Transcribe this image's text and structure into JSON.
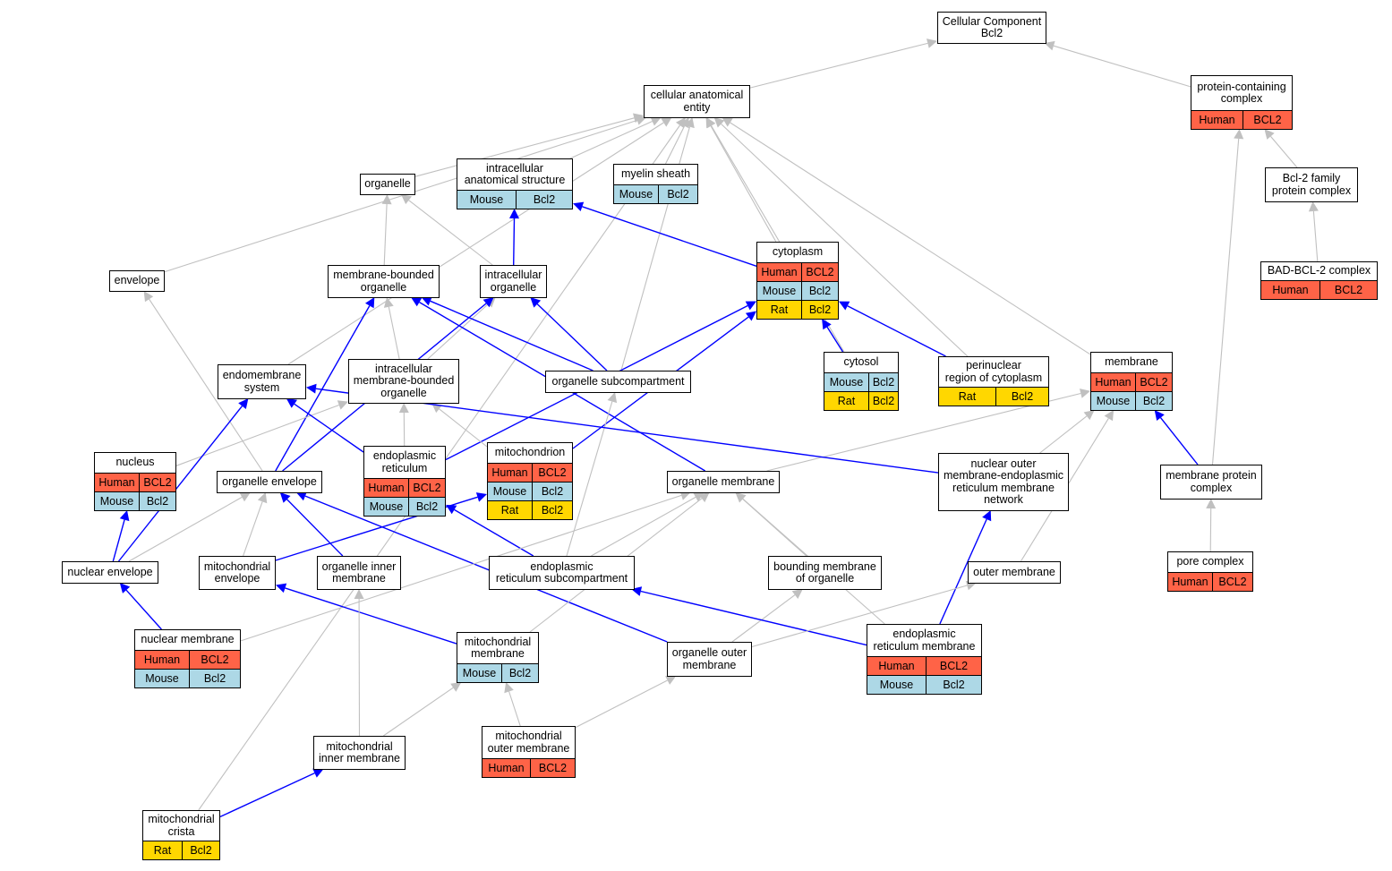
{
  "colors": {
    "grey_edge": "#c0c0c0",
    "blue_edge": "#0000ff",
    "human": "#ff6347",
    "mouse": "#add8e6",
    "rat": "#ffd700"
  },
  "nodes": {
    "cc_root": {
      "label": "Cellular Component\nBcl2",
      "rows": []
    },
    "cae": {
      "label": "cellular anatomical\nentity",
      "rows": []
    },
    "pcc": {
      "label": "protein-containing\ncomplex",
      "rows": [
        [
          "Human",
          "BCL2"
        ]
      ]
    },
    "organelle": {
      "label": "organelle",
      "rows": []
    },
    "ias": {
      "label": "intracellular\nanatomical structure",
      "rows": [
        [
          "Mouse",
          "Bcl2"
        ]
      ]
    },
    "myelin": {
      "label": "myelin sheath",
      "rows": [
        [
          "Mouse",
          "Bcl2"
        ]
      ]
    },
    "bcl2fam": {
      "label": "Bcl-2 family\nprotein complex",
      "rows": []
    },
    "envelope": {
      "label": "envelope",
      "rows": []
    },
    "mbo": {
      "label": "membrane-bounded\norganelle",
      "rows": []
    },
    "io": {
      "label": "intracellular\norganelle",
      "rows": []
    },
    "cytoplasm": {
      "label": "cytoplasm",
      "rows": [
        [
          "Human",
          "BCL2"
        ],
        [
          "Mouse",
          "Bcl2"
        ],
        [
          "Rat",
          "Bcl2"
        ]
      ]
    },
    "badbcl2": {
      "label": "BAD-BCL-2 complex",
      "rows": [
        [
          "Human",
          "BCL2"
        ]
      ]
    },
    "cytosol": {
      "label": "cytosol",
      "rows": [
        [
          "Mouse",
          "Bcl2"
        ],
        [
          "Rat",
          "Bcl2"
        ]
      ]
    },
    "perinuclear": {
      "label": "perinuclear\nregion of cytoplasm",
      "rows": [
        [
          "Rat",
          "Bcl2"
        ]
      ]
    },
    "membrane": {
      "label": "membrane",
      "rows": [
        [
          "Human",
          "BCL2"
        ],
        [
          "Mouse",
          "Bcl2"
        ]
      ]
    },
    "endomem": {
      "label": "endomembrane\nsystem",
      "rows": []
    },
    "imbo": {
      "label": "intracellular\nmembrane-bounded\norganelle",
      "rows": []
    },
    "osub": {
      "label": "organelle subcompartment",
      "rows": []
    },
    "nucleus": {
      "label": "nucleus",
      "rows": [
        [
          "Human",
          "BCL2"
        ],
        [
          "Mouse",
          "Bcl2"
        ]
      ]
    },
    "oenv": {
      "label": "organelle envelope",
      "rows": []
    },
    "er": {
      "label": "endoplasmic\nreticulum",
      "rows": [
        [
          "Human",
          "BCL2"
        ],
        [
          "Mouse",
          "Bcl2"
        ]
      ]
    },
    "mito": {
      "label": "mitochondrion",
      "rows": [
        [
          "Human",
          "BCL2"
        ],
        [
          "Mouse",
          "Bcl2"
        ],
        [
          "Rat",
          "Bcl2"
        ]
      ]
    },
    "omem": {
      "label": "organelle membrane",
      "rows": []
    },
    "nomerm": {
      "label": "nuclear outer\nmembrane-endoplasmic\nreticulum membrane\nnetwork",
      "rows": []
    },
    "mpc": {
      "label": "membrane protein\ncomplex",
      "rows": []
    },
    "nenv": {
      "label": "nuclear envelope",
      "rows": []
    },
    "menv": {
      "label": "mitochondrial\nenvelope",
      "rows": []
    },
    "oim": {
      "label": "organelle inner\nmembrane",
      "rows": []
    },
    "ersub": {
      "label": "endoplasmic\nreticulum subcompartment",
      "rows": []
    },
    "bmo": {
      "label": "bounding membrane\nof organelle",
      "rows": []
    },
    "outerm": {
      "label": "outer membrane",
      "rows": []
    },
    "pore": {
      "label": "pore complex",
      "rows": [
        [
          "Human",
          "BCL2"
        ]
      ]
    },
    "nmem": {
      "label": "nuclear membrane",
      "rows": [
        [
          "Human",
          "BCL2"
        ],
        [
          "Mouse",
          "Bcl2"
        ]
      ]
    },
    "mmem": {
      "label": "mitochondrial\nmembrane",
      "rows": [
        [
          "Mouse",
          "Bcl2"
        ]
      ]
    },
    "oom": {
      "label": "organelle outer\nmembrane",
      "rows": []
    },
    "erm": {
      "label": "endoplasmic\nreticulum membrane",
      "rows": [
        [
          "Human",
          "BCL2"
        ],
        [
          "Mouse",
          "Bcl2"
        ]
      ]
    },
    "mim": {
      "label": "mitochondrial\ninner membrane",
      "rows": []
    },
    "mom": {
      "label": "mitochondrial\nouter membrane",
      "rows": [
        [
          "Human",
          "BCL2"
        ]
      ]
    },
    "crista": {
      "label": "mitochondrial\ncrista",
      "rows": [
        [
          "Rat",
          "Bcl2"
        ]
      ]
    }
  },
  "edges": [
    {
      "from": "cae",
      "to": "cc_root",
      "kind": "is_a"
    },
    {
      "from": "pcc",
      "to": "cc_root",
      "kind": "is_a"
    },
    {
      "from": "organelle",
      "to": "cae",
      "kind": "is_a"
    },
    {
      "from": "ias",
      "to": "cae",
      "kind": "is_a"
    },
    {
      "from": "myelin",
      "to": "cae",
      "kind": "is_a"
    },
    {
      "from": "envelope",
      "to": "cae",
      "kind": "is_a"
    },
    {
      "from": "endomem",
      "to": "cae",
      "kind": "is_a"
    },
    {
      "from": "osub",
      "to": "cae",
      "kind": "is_a"
    },
    {
      "from": "cytoplasm",
      "to": "cae",
      "kind": "is_a"
    },
    {
      "from": "cytosol",
      "to": "cae",
      "kind": "is_a"
    },
    {
      "from": "perinuclear",
      "to": "cae",
      "kind": "is_a"
    },
    {
      "from": "membrane",
      "to": "cae",
      "kind": "is_a"
    },
    {
      "from": "crista",
      "to": "cae",
      "kind": "is_a"
    },
    {
      "from": "bcl2fam",
      "to": "pcc",
      "kind": "is_a"
    },
    {
      "from": "mpc",
      "to": "pcc",
      "kind": "is_a"
    },
    {
      "from": "badbcl2",
      "to": "bcl2fam",
      "kind": "is_a"
    },
    {
      "from": "mbo",
      "to": "organelle",
      "kind": "is_a"
    },
    {
      "from": "io",
      "to": "organelle",
      "kind": "is_a"
    },
    {
      "from": "io",
      "to": "ias",
      "kind": "part_of"
    },
    {
      "from": "cytoplasm",
      "to": "ias",
      "kind": "part_of"
    },
    {
      "from": "imbo",
      "to": "mbo",
      "kind": "is_a"
    },
    {
      "from": "imbo",
      "to": "io",
      "kind": "is_a"
    },
    {
      "from": "osub",
      "to": "mbo",
      "kind": "part_of"
    },
    {
      "from": "osub",
      "to": "io",
      "kind": "part_of"
    },
    {
      "from": "oenv",
      "to": "envelope",
      "kind": "is_a"
    },
    {
      "from": "oenv",
      "to": "mbo",
      "kind": "part_of"
    },
    {
      "from": "oenv",
      "to": "io",
      "kind": "part_of"
    },
    {
      "from": "omem",
      "to": "mbo",
      "kind": "part_of"
    },
    {
      "from": "cytosol",
      "to": "cytoplasm",
      "kind": "part_of"
    },
    {
      "from": "perinuclear",
      "to": "cytoplasm",
      "kind": "part_of"
    },
    {
      "from": "er",
      "to": "cytoplasm",
      "kind": "part_of"
    },
    {
      "from": "mito",
      "to": "cytoplasm",
      "kind": "part_of"
    },
    {
      "from": "omem",
      "to": "membrane",
      "kind": "is_a"
    },
    {
      "from": "nomerm",
      "to": "membrane",
      "kind": "is_a"
    },
    {
      "from": "mpc",
      "to": "membrane",
      "kind": "part_of"
    },
    {
      "from": "outerm",
      "to": "membrane",
      "kind": "is_a"
    },
    {
      "from": "nucleus",
      "to": "imbo",
      "kind": "is_a"
    },
    {
      "from": "er",
      "to": "imbo",
      "kind": "is_a"
    },
    {
      "from": "mito",
      "to": "imbo",
      "kind": "is_a"
    },
    {
      "from": "ersub",
      "to": "osub",
      "kind": "is_a"
    },
    {
      "from": "er",
      "to": "endomem",
      "kind": "part_of"
    },
    {
      "from": "nomerm",
      "to": "endomem",
      "kind": "part_of"
    },
    {
      "from": "nenv",
      "to": "endomem",
      "kind": "part_of"
    },
    {
      "from": "nenv",
      "to": "nucleus",
      "kind": "part_of"
    },
    {
      "from": "nenv",
      "to": "oenv",
      "kind": "is_a"
    },
    {
      "from": "menv",
      "to": "oenv",
      "kind": "is_a"
    },
    {
      "from": "menv",
      "to": "mito",
      "kind": "part_of"
    },
    {
      "from": "oim",
      "to": "oenv",
      "kind": "part_of"
    },
    {
      "from": "oom",
      "to": "oenv",
      "kind": "part_of"
    },
    {
      "from": "ersub",
      "to": "er",
      "kind": "part_of"
    },
    {
      "from": "ersub",
      "to": "omem",
      "kind": "is_a"
    },
    {
      "from": "bmo",
      "to": "omem",
      "kind": "is_a"
    },
    {
      "from": "nmem",
      "to": "omem",
      "kind": "is_a"
    },
    {
      "from": "mmem",
      "to": "omem",
      "kind": "is_a"
    },
    {
      "from": "oom",
      "to": "bmo",
      "kind": "is_a"
    },
    {
      "from": "erm",
      "to": "omem",
      "kind": "is_a"
    },
    {
      "from": "erm",
      "to": "nomerm",
      "kind": "part_of"
    },
    {
      "from": "erm",
      "to": "ersub",
      "kind": "part_of"
    },
    {
      "from": "pore",
      "to": "mpc",
      "kind": "is_a"
    },
    {
      "from": "oom",
      "to": "outerm",
      "kind": "is_a"
    },
    {
      "from": "nmem",
      "to": "nenv",
      "kind": "part_of"
    },
    {
      "from": "mmem",
      "to": "menv",
      "kind": "part_of"
    },
    {
      "from": "mim",
      "to": "oim",
      "kind": "is_a"
    },
    {
      "from": "mim",
      "to": "mmem",
      "kind": "is_a"
    },
    {
      "from": "mom",
      "to": "mmem",
      "kind": "is_a"
    },
    {
      "from": "mom",
      "to": "oom",
      "kind": "is_a"
    },
    {
      "from": "crista",
      "to": "mim",
      "kind": "part_of"
    }
  ]
}
